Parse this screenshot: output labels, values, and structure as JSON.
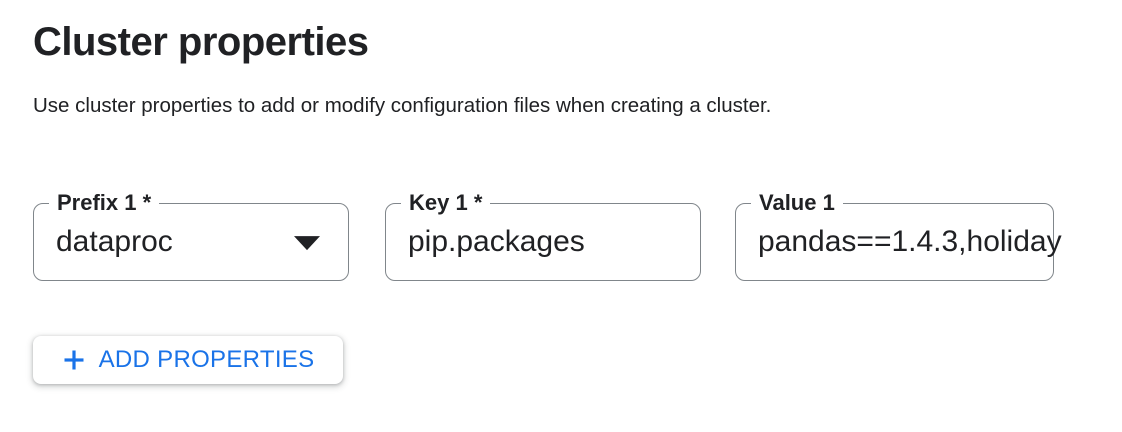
{
  "page": {
    "title": "Cluster properties",
    "description": "Use cluster properties to add or modify configuration files when creating a cluster."
  },
  "fields": [
    {
      "type": "select",
      "label": "Prefix 1 *",
      "value": "dataproc"
    },
    {
      "type": "text",
      "label": "Key 1 *",
      "value": "pip.packages"
    },
    {
      "type": "text",
      "label": "Value 1",
      "value": "pandas==1.4.3,holiday"
    }
  ],
  "buttons": {
    "add_properties": "ADD PROPERTIES"
  },
  "icons": {
    "dropdown_arrow": "triangle-down",
    "plus": "plus"
  },
  "colors": {
    "accent_blue": "#1a73e8",
    "text_primary": "#202124",
    "border_gray": "#80868b",
    "background": "#ffffff"
  }
}
